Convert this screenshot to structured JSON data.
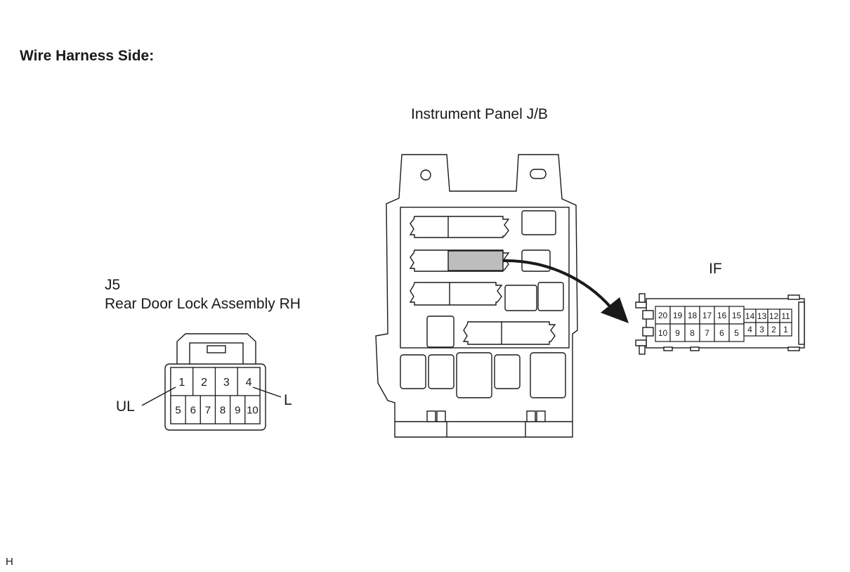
{
  "page": {
    "title": "Wire Harness Side:",
    "footer_code": "H"
  },
  "junction_block": {
    "name": "Instrument Panel J/B",
    "highlight_color": "#bdbdbd"
  },
  "connector_if": {
    "code": "IF",
    "top_row_pins": [
      "20",
      "19",
      "18",
      "17",
      "16",
      "15",
      "14",
      "13",
      "12",
      "11"
    ],
    "bottom_row_pins": [
      "10",
      "9",
      "8",
      "7",
      "6",
      "5",
      "4",
      "3",
      "2",
      "1"
    ]
  },
  "connector_j5": {
    "code": "J5",
    "name": "Rear Door Lock Assembly RH",
    "top_row_pins": [
      "1",
      "2",
      "3",
      "4"
    ],
    "bottom_row_pins": [
      "5",
      "6",
      "7",
      "8",
      "9",
      "10"
    ],
    "callouts": [
      {
        "label": "UL",
        "pin": "1"
      },
      {
        "label": "L",
        "pin": "4"
      }
    ]
  }
}
